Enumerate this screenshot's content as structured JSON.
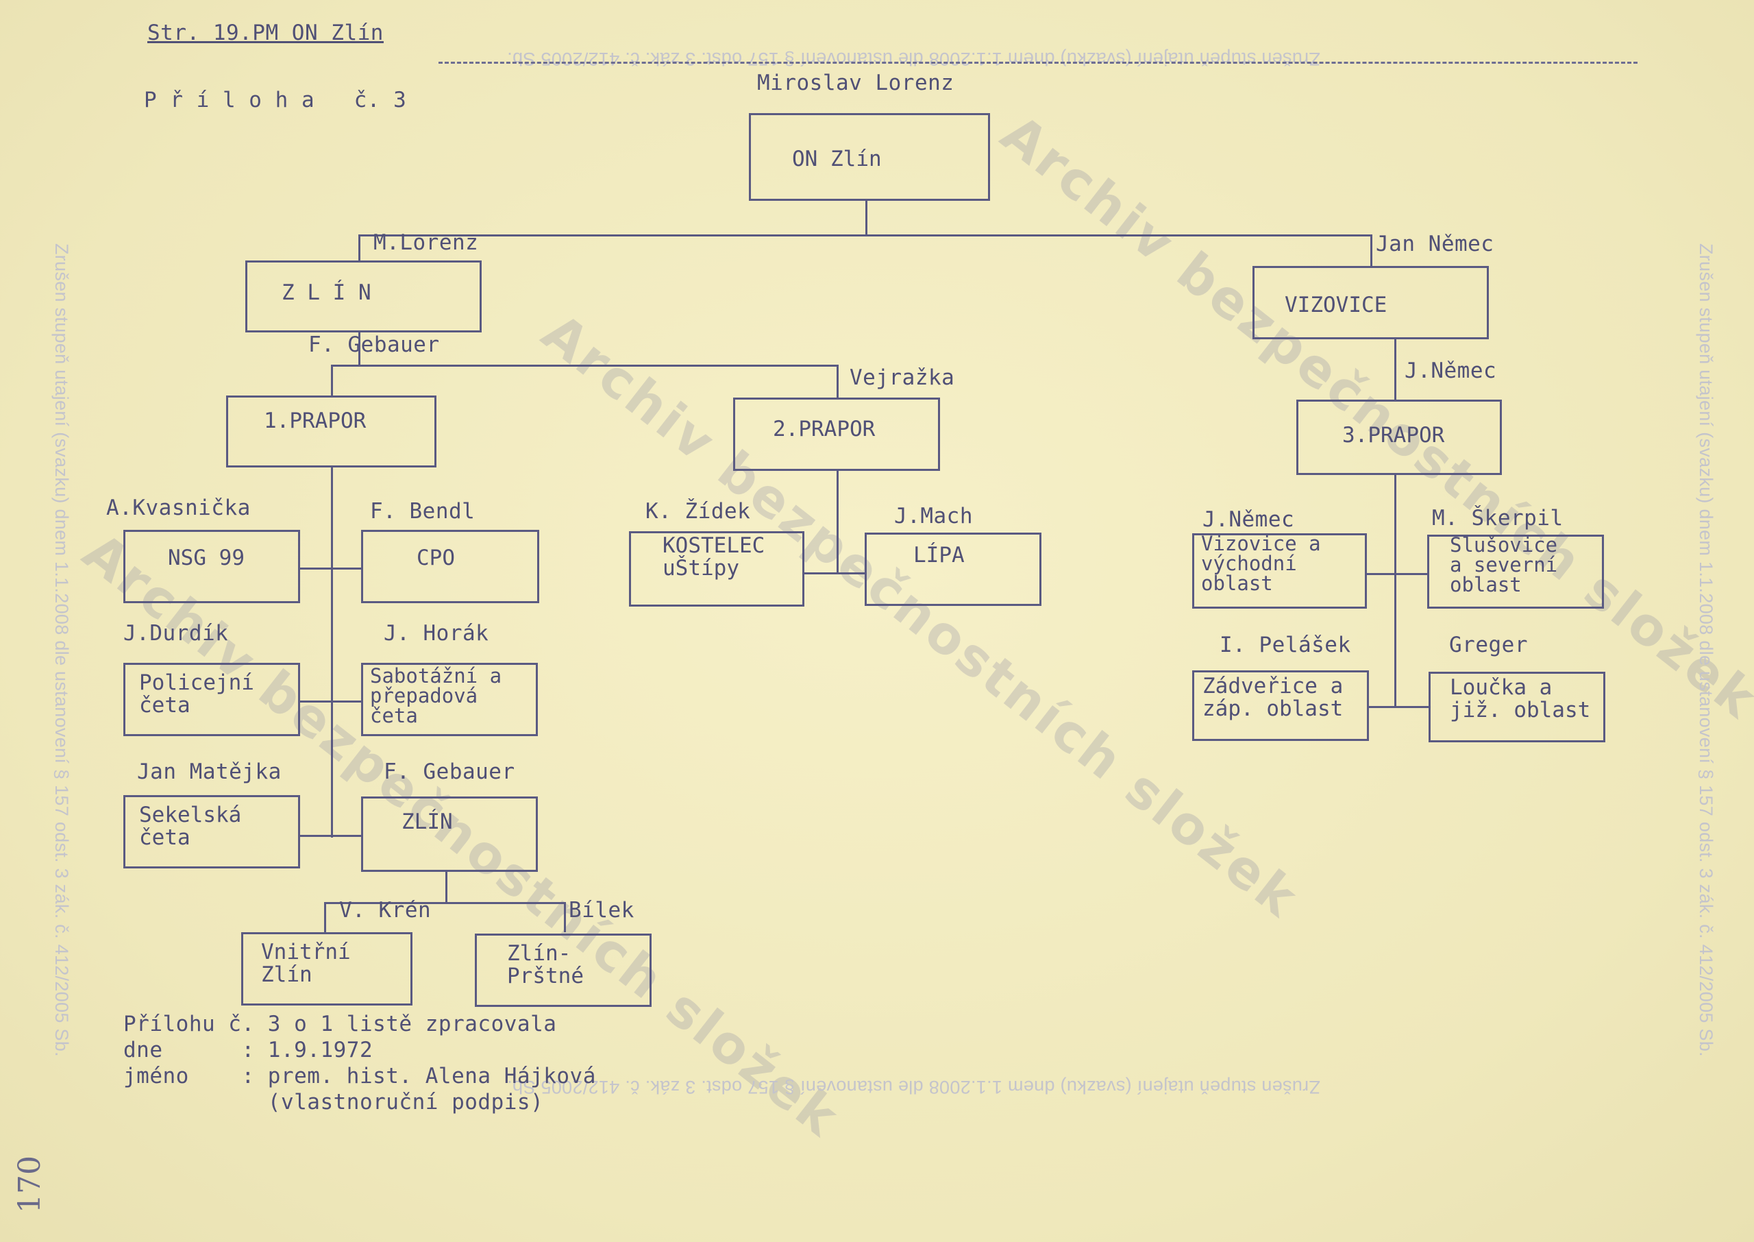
{
  "header": {
    "ref": "Str. 19.PM ON Zlín",
    "attachment": "P ř í l o h a   č. 3"
  },
  "top": {
    "leader": "Miroslav Lorenz",
    "box": "ON Zlín"
  },
  "zlin_branch": {
    "leader": "M.Lorenz",
    "box": "Z L Í N",
    "sub_leader": "F. Gebauer"
  },
  "vizovice_branch": {
    "leader": "Jan Němec",
    "box": "VIZOVICE"
  },
  "prapor1": {
    "box": "1.PRAPOR"
  },
  "prapor2": {
    "leader": "Vejražka",
    "box": "2.PRAPOR"
  },
  "prapor3": {
    "leader": "J.Němec",
    "box": "3.PRAPOR"
  },
  "p1_units": {
    "nsg": {
      "leader": "A.Kvasnička",
      "box": "NSG 99"
    },
    "cpo": {
      "leader": "F. Bendl",
      "box": "CPO"
    },
    "pol": {
      "leader": "J.Durdík",
      "box": "Policejní\nčeta"
    },
    "sab": {
      "leader": "J. Horák",
      "box": "Sabotážní a\npřepadová\nčeta"
    },
    "sek": {
      "leader": "Jan Matějka",
      "box": "Sekelská\nčeta"
    },
    "zlin": {
      "leader": "F. Gebauer",
      "box": "ZLÍN"
    }
  },
  "zlin_sub": {
    "vnitrni": {
      "leader": "V. Krén",
      "box": "Vnitřní\nZlín"
    },
    "prstne": {
      "leader": "Bílek",
      "box": "Zlín-\nPrštné"
    }
  },
  "p2_units": {
    "kostelec": {
      "leader": "K. Žídek",
      "box": "KOSTELEC\nuŠtípy"
    },
    "lipa": {
      "leader": "J.Mach",
      "box": "LÍPA"
    }
  },
  "p3_units": {
    "vych": {
      "leader": "J.Němec",
      "box": "Vizovice a\nvýchodní\noblast"
    },
    "sev": {
      "leader": "M. Škerpil",
      "box": "Slušovice\na severní\noblast"
    },
    "zap": {
      "leader": "I. Pelášek",
      "box": "Zádveřice a\nzáp. oblast"
    },
    "jiz": {
      "leader": "Greger",
      "box": "Loučka a\njiž. oblast"
    }
  },
  "footer": {
    "line1": "Přílohu č. 3 o 1 listě zpracovala",
    "line2": "dne      : 1.9.1972",
    "line3": "jméno    : prem. hist. Alena Hájková",
    "line4": "           (vlastnoruční podpis)"
  },
  "stamps": {
    "classification": "Zrušen stupeň utajení (svazku) dnem 1.1.2008 dle ustanovení § 157 odst. 3 zák. č. 412/2005 Sb.",
    "watermark": "Archiv bezpečnostních složek"
  },
  "handwritten_page_number": "170"
}
